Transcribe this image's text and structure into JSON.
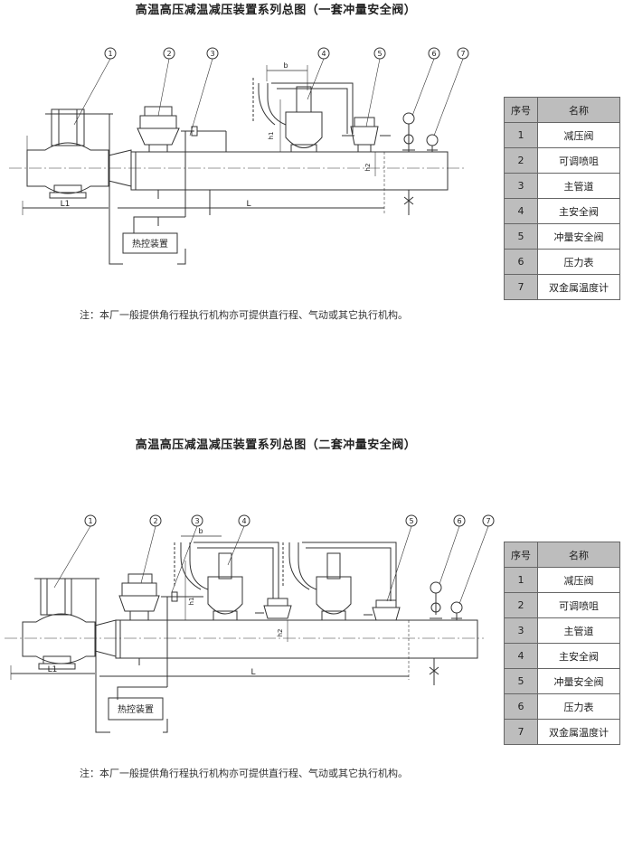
{
  "section1": {
    "title": "高温高压减温减压装置系列总图（一套冲量安全阀）",
    "note": "注：本厂一般提供角行程执行机构亦可提供直行程、气动或其它执行机构。",
    "control_box": "热控装置",
    "dims": {
      "l1": "L1",
      "l": "L",
      "b": "b",
      "h1": "h1",
      "h2": "h2"
    },
    "balloons": [
      "1",
      "2",
      "3",
      "4",
      "5",
      "6",
      "7"
    ]
  },
  "section2": {
    "title": "高温高压减温减压装置系列总图（二套冲量安全阀）",
    "note": "注：本厂一般提供角行程执行机构亦可提供直行程、气动或其它执行机构。",
    "control_box": "热控装置",
    "dims": {
      "l1": "L1",
      "l": "L",
      "b": "b",
      "h1": "h1",
      "h2": "h2"
    },
    "balloons": [
      "1",
      "2",
      "3",
      "4",
      "5",
      "6",
      "7"
    ]
  },
  "parts_table": {
    "headers": [
      "序号",
      "名称"
    ],
    "rows": [
      {
        "no": "1",
        "name": "减压阀"
      },
      {
        "no": "2",
        "name": "可调喷咀"
      },
      {
        "no": "3",
        "name": "主管道"
      },
      {
        "no": "4",
        "name": "主安全阀"
      },
      {
        "no": "5",
        "name": "冲量安全阀"
      },
      {
        "no": "6",
        "name": "压力表"
      },
      {
        "no": "7",
        "name": "双金属温度计"
      }
    ]
  }
}
